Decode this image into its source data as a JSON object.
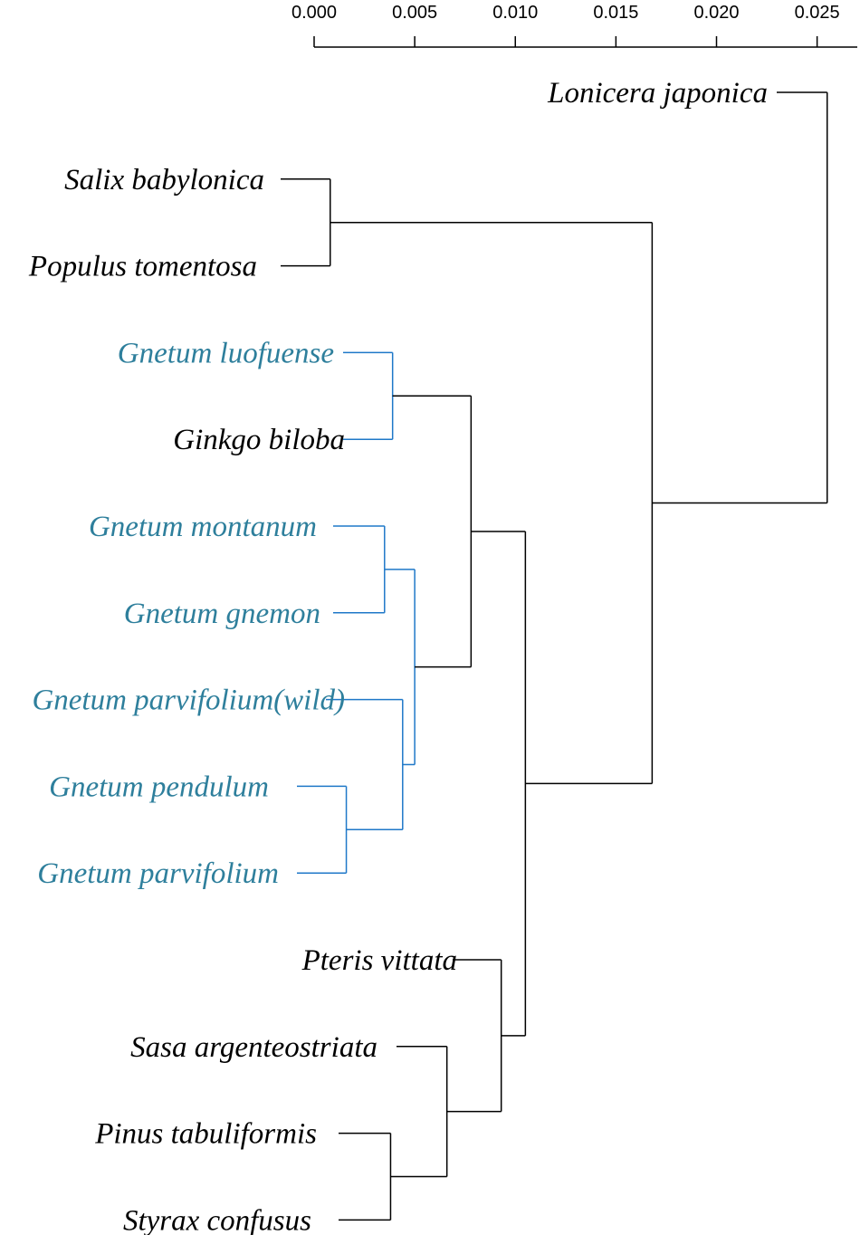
{
  "scale": {
    "tick_labels": [
      "0.000",
      "0.005",
      "0.010",
      "0.015",
      "0.020",
      "0.025"
    ],
    "tick_values": [
      0,
      0.005,
      0.01,
      0.015,
      0.02,
      0.025
    ]
  },
  "colors": {
    "default": "#000000",
    "gnetum": "#2e7f9c",
    "gnetum_branch": "#1f78c8"
  },
  "leaves": [
    {
      "name": "Lonicera japonica",
      "group": "default"
    },
    {
      "name": "Salix babylonica",
      "group": "default"
    },
    {
      "name": "Populus tomentosa",
      "group": "default"
    },
    {
      "name": "Gnetum luofuense",
      "group": "gnetum"
    },
    {
      "name": "Ginkgo biloba",
      "group": "default"
    },
    {
      "name": "Gnetum montanum",
      "group": "gnetum"
    },
    {
      "name": "Gnetum gnemon",
      "group": "gnetum"
    },
    {
      "name": "Gnetum parvifolium(wild)",
      "group": "gnetum"
    },
    {
      "name": "Gnetum pendulum",
      "group": "gnetum"
    },
    {
      "name": "Gnetum parvifolium",
      "group": "gnetum"
    },
    {
      "name": "Pteris vittata",
      "group": "default"
    },
    {
      "name": "Sasa argenteostriata",
      "group": "default"
    },
    {
      "name": "Pinus tabuliformis",
      "group": "default"
    },
    {
      "name": "Styrax confusus",
      "group": "default"
    }
  ],
  "nodes": [
    {
      "id": "n1",
      "children": [
        1,
        2
      ],
      "height": 0.0008,
      "group": "default"
    },
    {
      "id": "n2",
      "children": [
        3,
        4
      ],
      "height": 0.0039,
      "group": "gnetum"
    },
    {
      "id": "n3",
      "children": [
        5,
        6
      ],
      "height": 0.0035,
      "group": "gnetum"
    },
    {
      "id": "n4",
      "children": [
        8,
        9
      ],
      "height": 0.0016,
      "group": "gnetum"
    },
    {
      "id": "n5",
      "children": [
        7,
        "n4"
      ],
      "height": 0.0044,
      "group": "gnetum"
    },
    {
      "id": "n6",
      "children": [
        "n3",
        "n5"
      ],
      "height": 0.005,
      "group": "gnetum"
    },
    {
      "id": "n7",
      "children": [
        "n2",
        "n6"
      ],
      "height": 0.0078,
      "group": "default"
    },
    {
      "id": "n8",
      "children": [
        12,
        13
      ],
      "height": 0.0038,
      "group": "default"
    },
    {
      "id": "n9",
      "children": [
        11,
        "n8"
      ],
      "height": 0.0066,
      "group": "default"
    },
    {
      "id": "n10",
      "children": [
        10,
        "n9"
      ],
      "height": 0.0093,
      "group": "default"
    },
    {
      "id": "n11",
      "children": [
        "n7",
        "n10"
      ],
      "height": 0.0105,
      "group": "default"
    },
    {
      "id": "n12",
      "children": [
        "n1",
        "n11"
      ],
      "height": 0.0168,
      "group": "default"
    },
    {
      "id": "n13",
      "children": [
        0,
        "n12"
      ],
      "height": 0.0255,
      "group": "default"
    }
  ]
}
